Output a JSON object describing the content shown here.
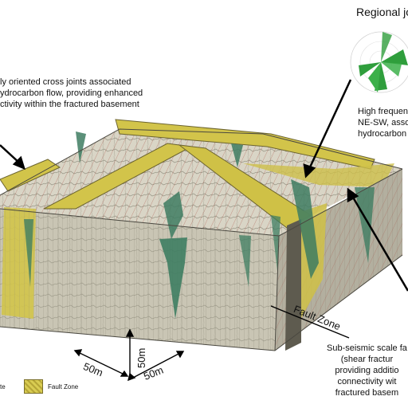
{
  "title": "Regional jo",
  "annotation_left": {
    "lines": [
      "ly oriented cross joints associated",
      "ydrocarbon flow, providing enhanced",
      "ctivity within the fractured basement"
    ]
  },
  "annotation_right": {
    "lines": [
      "High frequen",
      "NE-SW, asso",
      "hydrocarbon"
    ]
  },
  "annotation_bottom": {
    "lines": [
      "Sub-seismic scale fa",
      "(shear fractur",
      "providing additio",
      "connectivity wit",
      "fractured basem"
    ]
  },
  "labels": {
    "fault_zone": "Fault Zone",
    "dim_a": "50m",
    "dim_b": "50m",
    "dim_c": "50m"
  },
  "legend": {
    "left_label": "te",
    "right_label": "Fault Zone"
  },
  "colors": {
    "rock_light": "#d9d5c6",
    "rock_shadow": "#a9a595",
    "fault_zone": "#d2c44a",
    "fracture_red": "#9c2b1f",
    "green_plume": "#3e7d62",
    "rose_green": "#2f9e3c"
  }
}
